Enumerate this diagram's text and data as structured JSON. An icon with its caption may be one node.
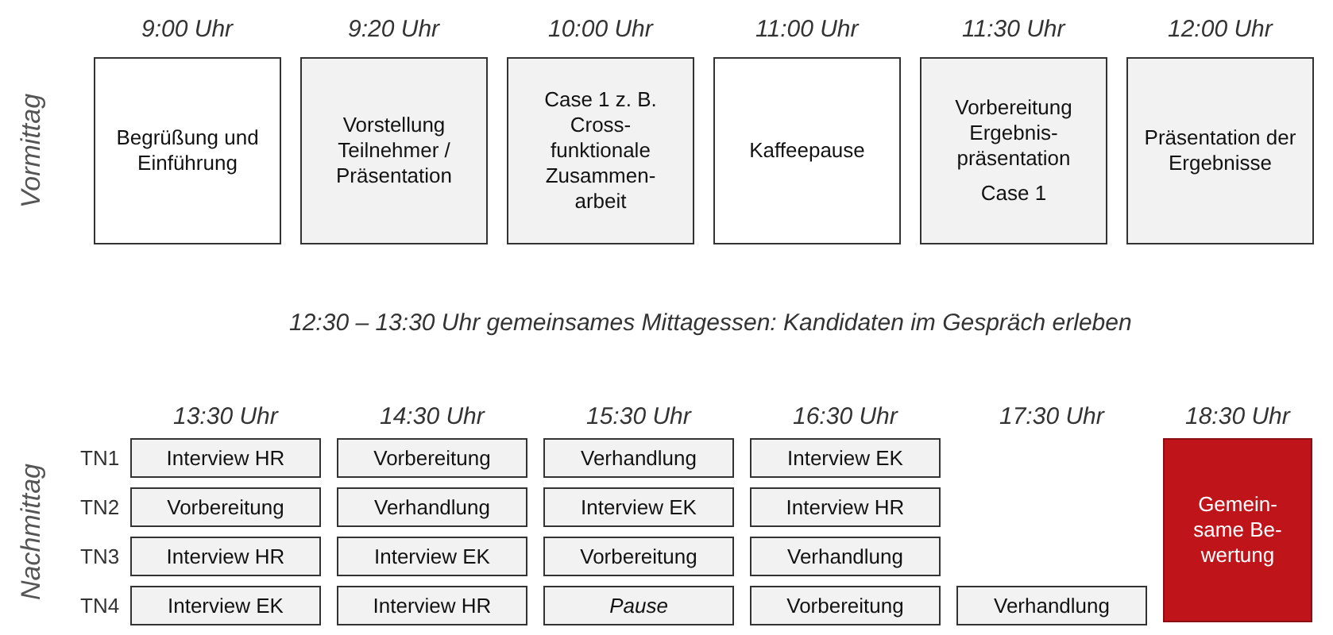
{
  "diagram": {
    "nodes": [
      {
        "text": [
          "Begrüßung und Einführung"
        ]
      },
      {
        "text": [
          "Vorstellung Teilnehmer / Präsentation"
        ]
      },
      {
        "text": [
          "Case 1 z. B. Cross- funktionale Zusammen- arbeit"
        ]
      },
      {
        "text": [
          "Kaffeepause"
        ]
      },
      {
        "text": [
          "Vorbereitung Ergebnis- präsentation",
          "Case 1"
        ]
      },
      {
        "text": [
          "Präsentation der Ergebnisse"
        ]
      },
      {
        "text": [
          "Interview HR"
        ]
      },
      {
        "text": [
          "Vorbereitung"
        ]
      },
      {
        "text": [
          "Verhandlung"
        ]
      },
      {
        "text": [
          "Interview EK"
        ]
      },
      {
        "text": [
          "Gemein- same Be- wertung"
        ]
      },
      {
        "text": [
          "Vorbereitung"
        ]
      },
      {
        "text": [
          "Verhandlung"
        ]
      },
      {
        "text": [
          "Interview EK"
        ]
      },
      {
        "text": [
          "Interview HR"
        ]
      },
      {
        "text": [
          "Interview HR"
        ]
      },
      {
        "text": [
          "Interview EK"
        ]
      },
      {
        "text": [
          "Vorbereitung"
        ]
      },
      {
        "text": [
          "Verhandlung"
        ]
      },
      {
        "text": [
          "Interview EK"
        ]
      },
      {
        "text": [
          "Interview HR"
        ]
      },
      {
        "text": [
          "Pause"
        ]
      },
      {
        "text": [
          "Vorbereitung"
        ]
      },
      {
        "text": [
          "Verhandlung"
        ]
      }
    ],
    "labels": [
      "9:00 Uhr",
      "9:20 Uhr",
      "10:00 Uhr",
      "11:00 Uhr",
      "11:30 Uhr",
      "12:00 Uhr",
      "Vormittag",
      "12:30 – 13:30 Uhr gemeinsames Mittagessen: Kandidaten im Gespräch erleben",
      "13:30 Uhr",
      "14:30 Uhr",
      "15:30 Uhr",
      "16:30 Uhr",
      "17:30 Uhr",
      "18:30 Uhr",
      "TN1",
      "TN2",
      "TN3",
      "TN4",
      "Nachmittag"
    ]
  }
}
